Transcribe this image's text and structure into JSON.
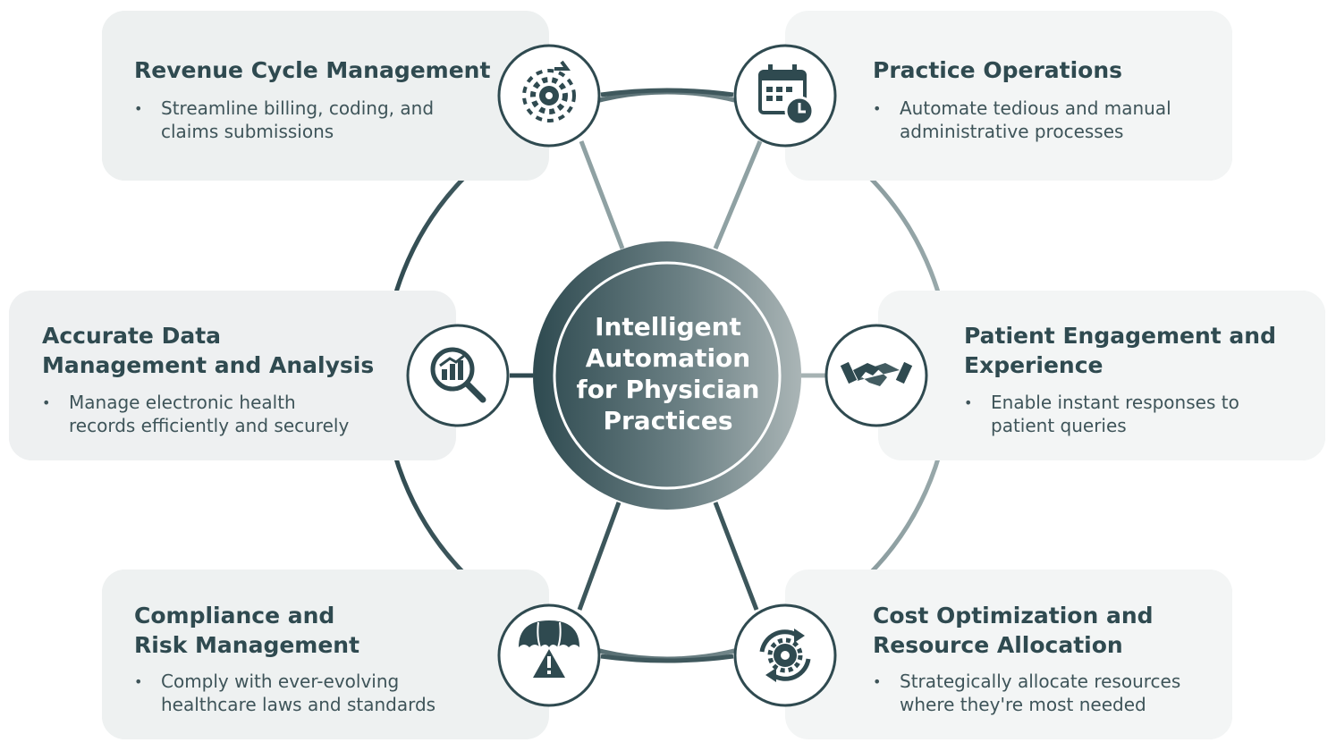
{
  "hub": {
    "lines": [
      "Intelligent",
      "Automation",
      "for Physician",
      "Practices"
    ]
  },
  "cards": [
    {
      "id": "revenue",
      "title_lines": [
        "Revenue Cycle Management"
      ],
      "bullet_lines": [
        "Streamline billing, coding, and",
        "claims submissions"
      ],
      "icon": "gear-cycle-icon"
    },
    {
      "id": "operations",
      "title_lines": [
        "Practice Operations"
      ],
      "bullet_lines": [
        "Automate tedious and manual",
        "administrative processes"
      ],
      "icon": "calendar-clock-icon"
    },
    {
      "id": "data",
      "title_lines": [
        "Accurate Data",
        "Management and Analysis"
      ],
      "bullet_lines": [
        "Manage electronic health",
        "records efficiently and securely"
      ],
      "icon": "magnifier-chart-icon"
    },
    {
      "id": "patient",
      "title_lines": [
        "Patient Engagement and",
        "Experience"
      ],
      "bullet_lines": [
        "Enable instant responses to",
        "patient queries"
      ],
      "icon": "handshake-icon"
    },
    {
      "id": "compliance",
      "title_lines": [
        "Compliance and",
        "Risk Management"
      ],
      "bullet_lines": [
        "Comply with ever-evolving",
        "healthcare laws and standards"
      ],
      "icon": "umbrella-warning-icon"
    },
    {
      "id": "cost",
      "title_lines": [
        "Cost Optimization and",
        "Resource Allocation"
      ],
      "bullet_lines": [
        "Strategically allocate resources",
        "where they're most needed"
      ],
      "icon": "gear-refresh-icon"
    }
  ],
  "colors": {
    "dark_teal": "#2f4a50",
    "hub_gradient_start": "#2e4a50",
    "hub_gradient_end": "#aab5b6",
    "card_bg": "#eceff0",
    "connector": "#8da0a2"
  }
}
